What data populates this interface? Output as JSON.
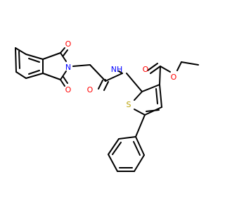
{
  "molecule": {
    "atoms": {
      "oxygen_top": "O",
      "nitrogen_ring": "N",
      "oxygen_bottom": "O",
      "amide_nh": "NH",
      "amide_oxygen": "O",
      "ester_carbonyl_oxygen": "O",
      "ester_ether_oxygen": "O",
      "sulfur": "S"
    },
    "colors": {
      "bond": "#000000",
      "oxygen": "#ff0000",
      "nitrogen": "#0000ff",
      "sulfur": "#b8a000"
    }
  }
}
